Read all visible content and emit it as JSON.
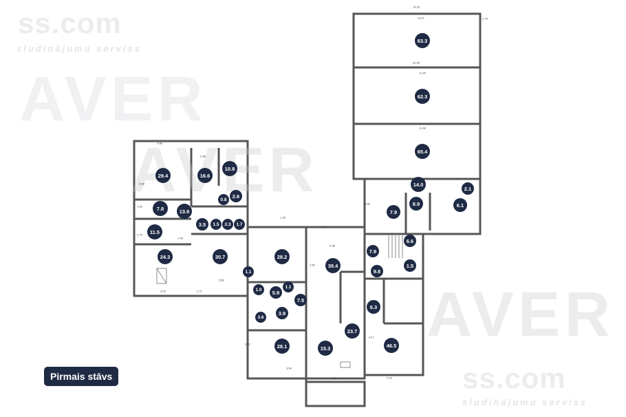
{
  "watermark": {
    "logo_text": "ss.com",
    "logo_subtext": "sludinājumu serviss",
    "brand_text": "AVER"
  },
  "floor_label": "Pirmais stāvs",
  "colors": {
    "badge": "#1f2a44",
    "wall": "#555555",
    "watermark": "#e7e7ea"
  },
  "rooms": [
    "63.3",
    "62.3",
    "65.4",
    "29.4",
    "16.6",
    "10.8",
    "0.8",
    "2.6",
    "7.8",
    "13.9",
    "3.5",
    "1.5",
    "2.3",
    "1.7",
    "11.5",
    "24.3",
    "30.7",
    "28.2",
    "39.4",
    "1.1",
    "1.0",
    "5.9",
    "1.1",
    "7.5",
    "3.9",
    "3.6",
    "28.1",
    "15.3",
    "23.7",
    "14.0",
    "2.1",
    "8.9",
    "6.1",
    "7.9",
    "6.6",
    "7.9",
    "1.5",
    "9.8",
    "6.3",
    "46.5"
  ],
  "dimensions": [
    "14.26",
    "11.97",
    "31.95",
    "11.45",
    "11.48",
    "3.89",
    "2.80",
    "2.75",
    "1.49",
    "5.08",
    "1.60",
    "2.70",
    "4.60",
    "5.50",
    "3.92",
    "2.71",
    "4.48",
    "8.51",
    "1.25",
    "9.92",
    "3.54",
    "2.62",
    "4.65",
    "3.40",
    "4.17",
    "5.16"
  ]
}
